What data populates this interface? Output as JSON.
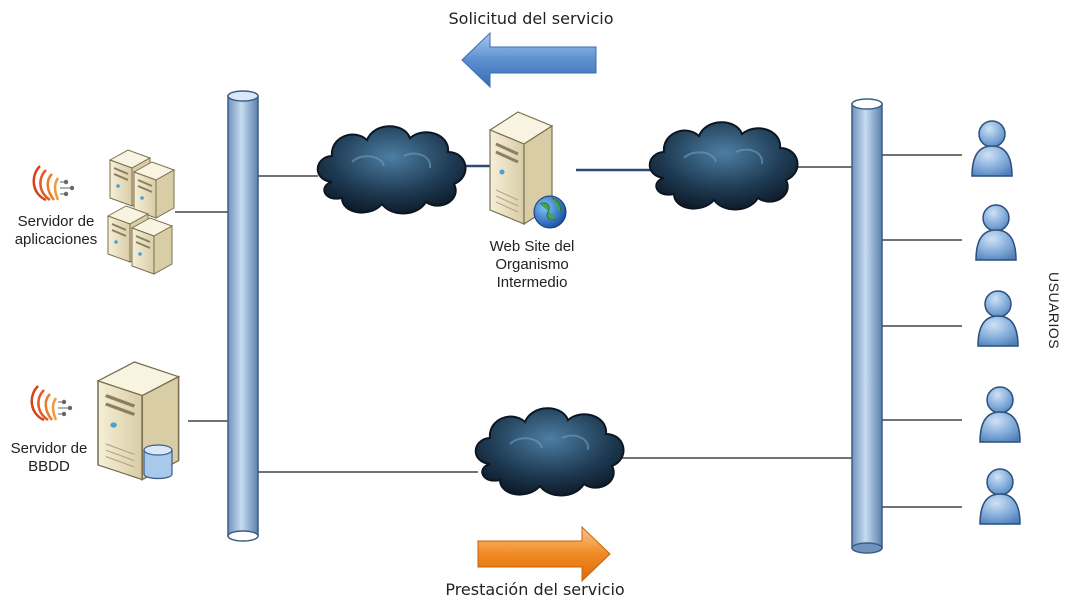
{
  "labels": {
    "request": "Solicitud del servicio",
    "response": "Prestación del servicio",
    "app_server_line1": "Servidor de",
    "app_server_line2": "aplicaciones",
    "db_server_line1": "Servidor de",
    "db_server_line2": "BBDD",
    "web_line1": "Web Site del",
    "web_line2": "Organismo",
    "web_line3": "Intermedio",
    "users": "USUARIOS"
  },
  "colors": {
    "request_arrow": "#5b8fd0",
    "response_arrow": "#f08a24",
    "bus": "#9fbddc",
    "cloud": "#1e3a52",
    "user": "#7fa9d8",
    "server": "#efe6c8",
    "link": "#2b4a7a"
  },
  "icons": [
    "app-logo-icon",
    "server-stack-icon",
    "db-server-icon",
    "web-server-icon",
    "globe-icon",
    "cloud-icon",
    "user-icon"
  ]
}
